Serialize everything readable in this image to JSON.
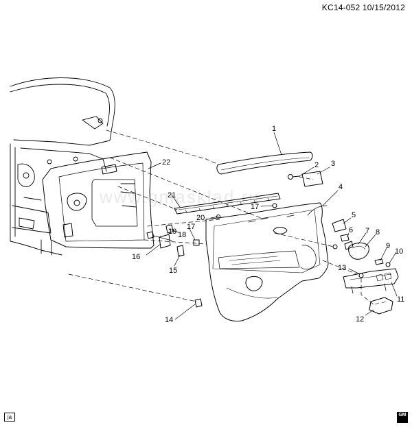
{
  "header": {
    "code": "KC14-052 10/15/2012"
  },
  "watermark": "www.gmasklad.ru",
  "footer": {
    "lang_code": "ja",
    "logo_text": "GM"
  },
  "callouts": {
    "c1": "1",
    "c2": "2",
    "c3": "3",
    "c4": "4",
    "c5": "5",
    "c6": "6",
    "c7": "7",
    "c8": "8",
    "c9": "9",
    "c10": "10",
    "c11": "11",
    "c12": "12",
    "c13": "13",
    "c14": "14",
    "c15": "15",
    "c16": "16",
    "c17a": "17",
    "c17b": "17",
    "c18": "18",
    "c19": "19",
    "c20": "20",
    "c21": "21",
    "c22": "22"
  }
}
